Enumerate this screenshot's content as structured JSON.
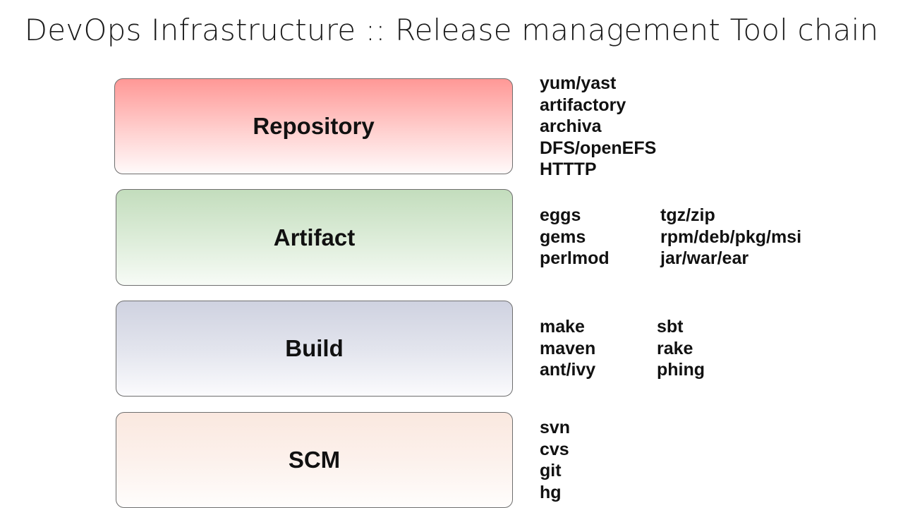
{
  "title": "DevOps Infrastructure :: Release management Tool chain",
  "layers": [
    {
      "label": "Repository",
      "color": "#ff9896",
      "tool_columns": [
        [
          "yum/yast",
          "artifactory",
          "archiva",
          "DFS/openEFS",
          "HTTTP"
        ]
      ]
    },
    {
      "label": "Artifact",
      "color": "#c3ddbd",
      "tool_columns": [
        [
          "eggs",
          "gems",
          "perlmod"
        ],
        [
          "tgz/zip",
          "rpm/deb/pkg/msi",
          "jar/war/ear"
        ]
      ]
    },
    {
      "label": "Build",
      "color": "#cfd2e0",
      "tool_columns": [
        [
          "make",
          "maven",
          "ant/ivy"
        ],
        [
          "sbt",
          "rake",
          "phing"
        ]
      ]
    },
    {
      "label": "SCM",
      "color": "#fae8df",
      "tool_columns": [
        [
          "svn",
          "cvs",
          "git",
          "hg"
        ]
      ]
    }
  ]
}
